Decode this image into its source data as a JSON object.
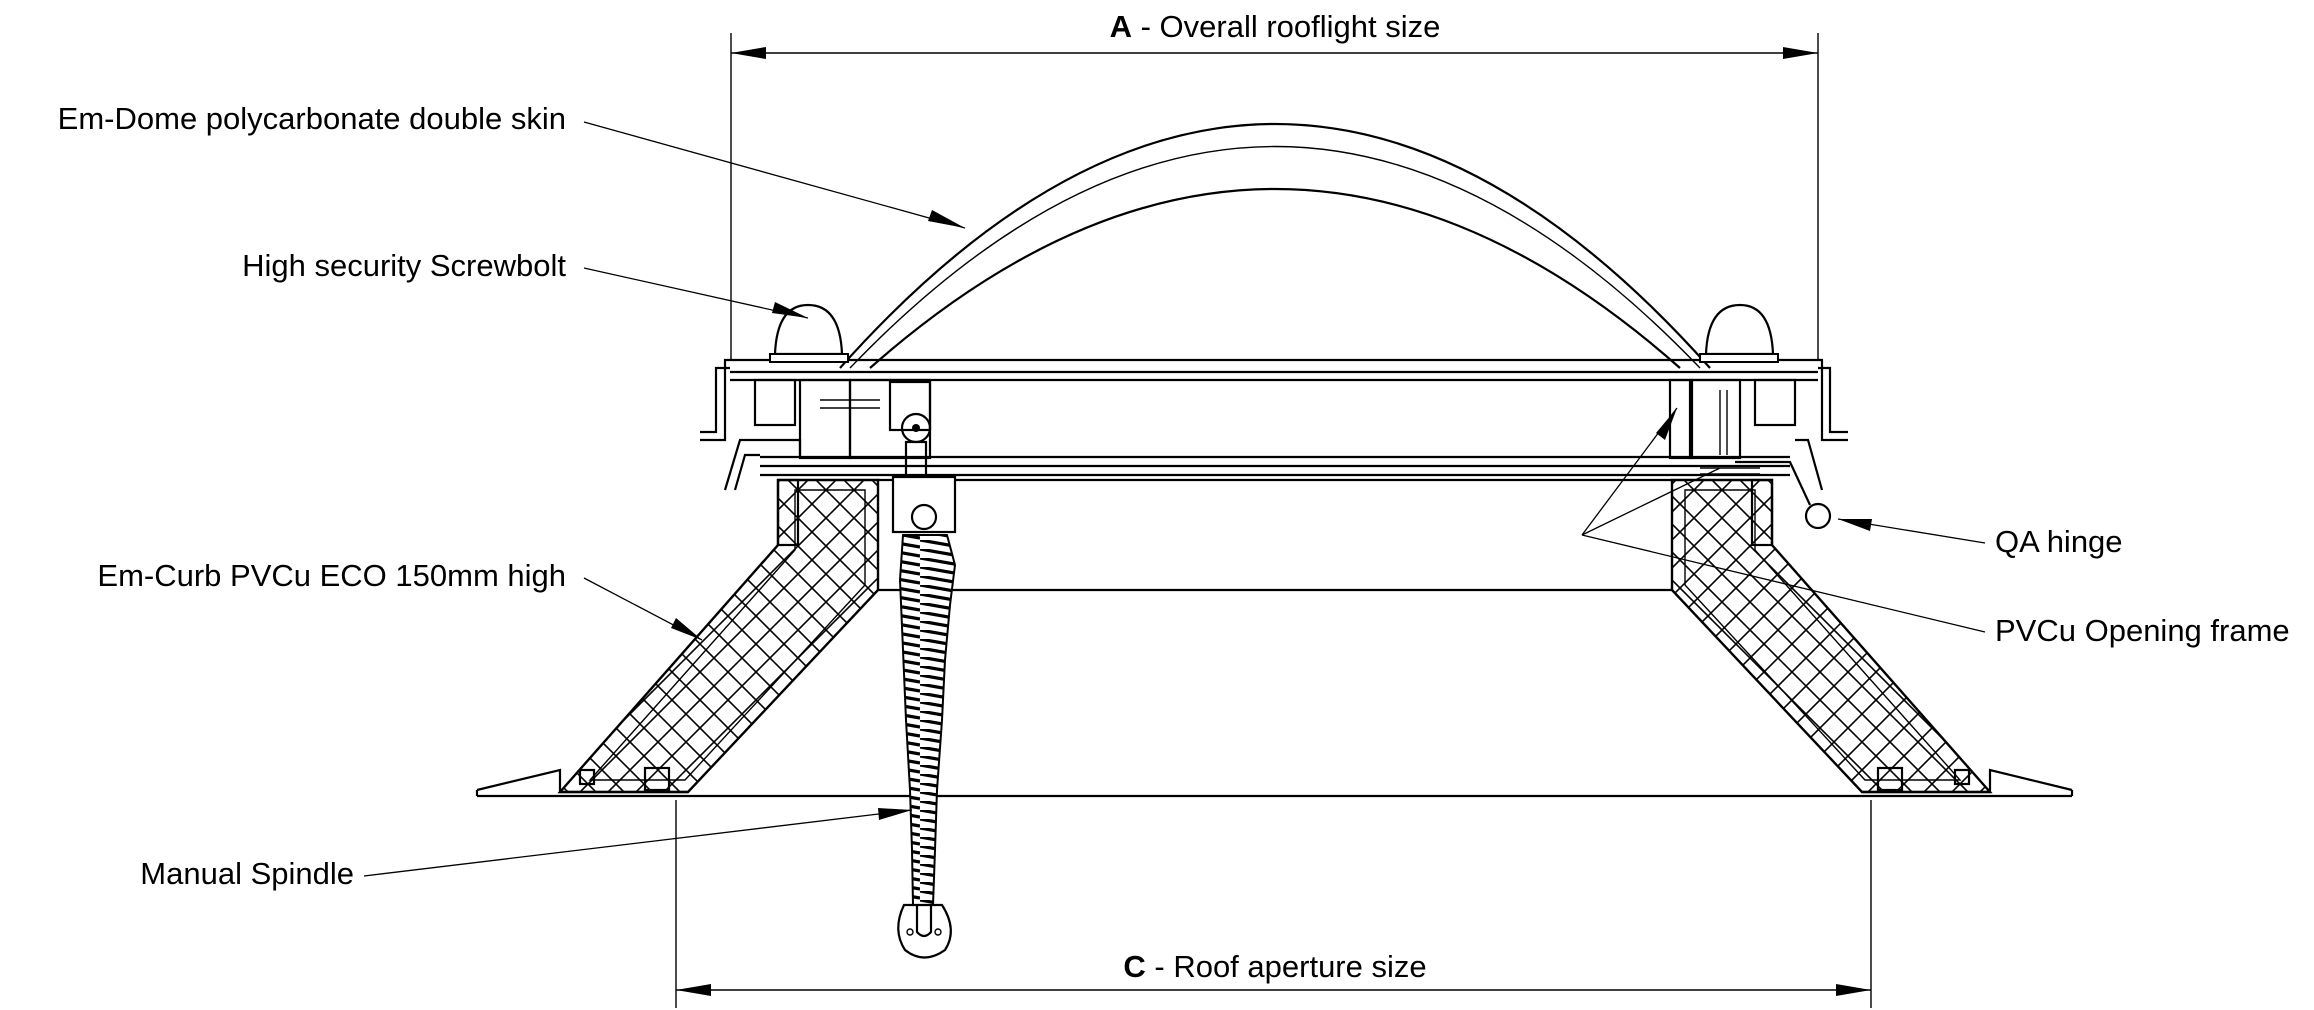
{
  "dimensions": {
    "a": {
      "letter": "A",
      "text": " - Overall rooflight size"
    },
    "c": {
      "letter": "C",
      "text": " - Roof aperture size"
    }
  },
  "labels": {
    "dome": "Em-Dome polycarbonate double skin",
    "screwbolt": "High security Screwbolt",
    "curb": "Em-Curb PVCu ECO 150mm high",
    "spindle": "Manual Spindle",
    "hinge": "QA hinge",
    "opening_frame": "PVCu Opening frame"
  }
}
